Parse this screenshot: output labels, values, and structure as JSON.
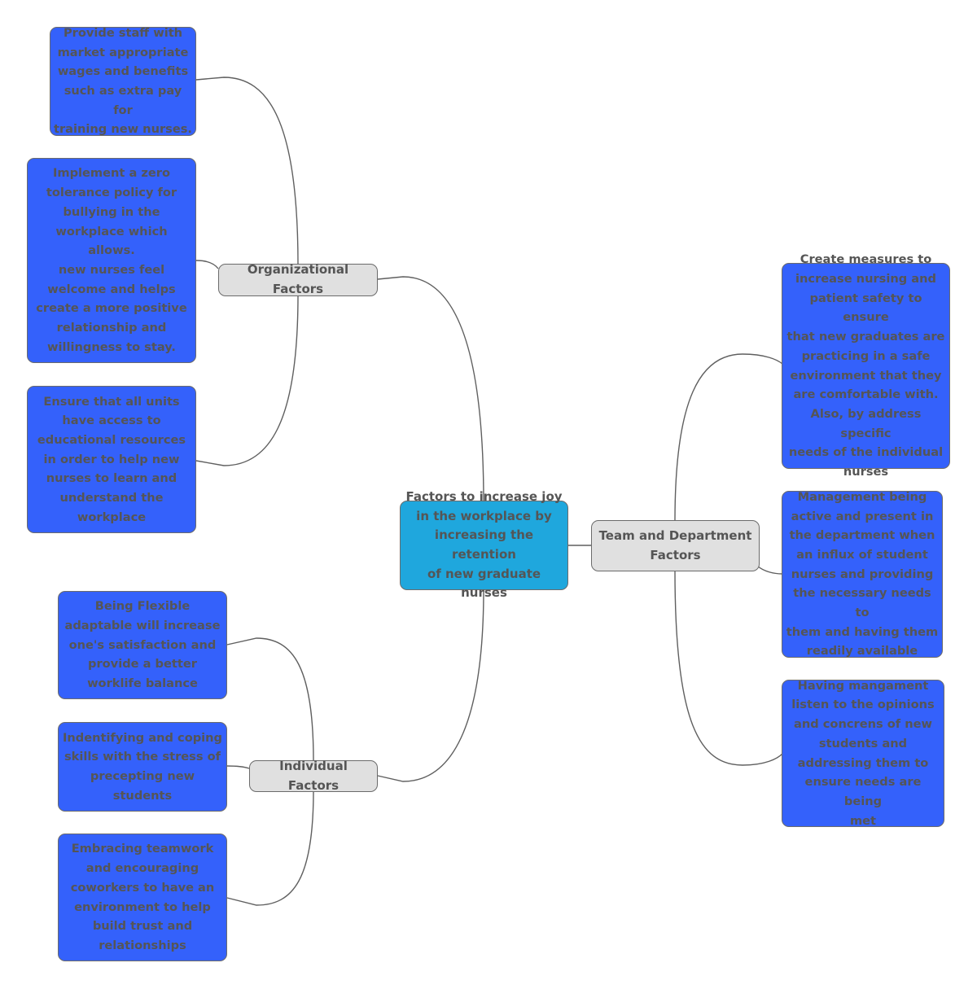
{
  "diagram": {
    "root": "Factors to increase joy\nin the workplace by\nincreasing the retention\nof new graduate nurses",
    "branches": {
      "organizational": {
        "label": "Organizational Factors",
        "items": [
          "Provide staff with\nmarket appropriate\nwages and benefits\nsuch as extra pay for\ntraining new nurses.",
          "Implement a zero\ntolerance policy for\nbullying in the\nworkplace which\nallows.\nnew nurses feel\nwelcome and helps\ncreate a more positive\nrelationship and\nwillingness to stay.",
          "Ensure that all units\nhave access to\neducational resources\nin order to help new\nnurses to learn and\nunderstand the\nworkplace"
        ]
      },
      "individual": {
        "label": "Individual Factors",
        "items": [
          "Being Flexible\nadaptable will increase\none's satisfaction and\nprovide a better\nworklife balance",
          "Indentifying and coping\nskills with the stress of\nprecepting new\nstudents",
          "Embracing teamwork\nand encouraging\ncoworkers to have an\nenvironment to help\nbuild trust and\nrelationships"
        ]
      },
      "team": {
        "label": "Team and Department\nFactors",
        "items": [
          "Create measures to\nincrease nursing and\npatient safety to ensure\nthat new graduates are\npracticing in a safe\nenvironment that they\nare comfortable with.\nAlso, by address specific\nneeds of the individual\nnurses",
          "Management being\nactive and present in\nthe department when\nan influx of student\nnurses and providing\nthe necessary needs to\nthem and having them\nreadily available",
          "Having mangament\nlisten to the opinions\nand concrens of new\nstudents and\naddressing them to\nensure needs are being\nmet"
        ]
      }
    }
  },
  "colors": {
    "root_fill": "#1fa7dd",
    "branch_fill": "#e0e0e0",
    "leaf_fill": "#3461fb",
    "text": "#555555",
    "connector": "#5f5f5f"
  }
}
